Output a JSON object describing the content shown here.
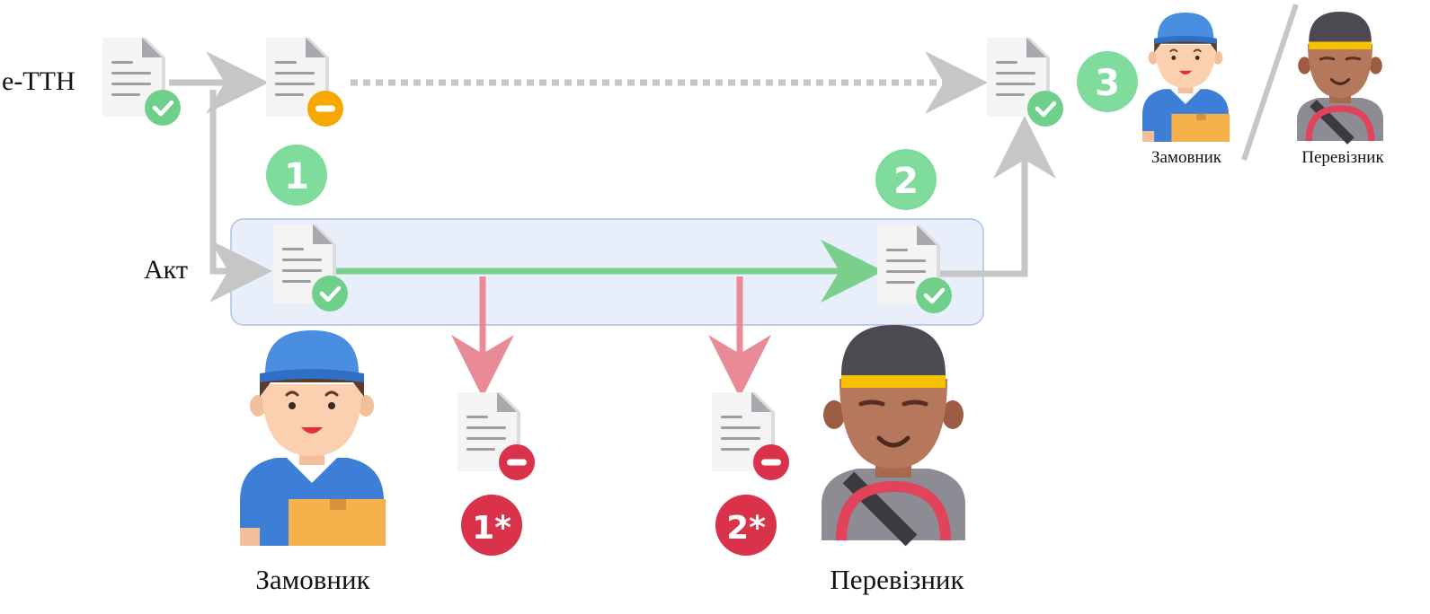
{
  "labels": {
    "ettn": "е-ТТН",
    "act": "Акт",
    "customer_large": "Замовник",
    "carrier_large": "Перевізник",
    "customer_small": "Замовник",
    "carrier_small": "Перевізник"
  },
  "badges": {
    "step1": "1",
    "step2": "2",
    "step3": "3",
    "reject1": "1*",
    "reject2": "2*"
  },
  "colors": {
    "green_badge": "#7fdc9c",
    "red_badge": "#d9324a",
    "check_green": "#6fd08c",
    "minus_orange": "#f6a800",
    "minus_red": "#d9324a",
    "arrow_gray": "#c6c6c6",
    "arrow_green": "#7bcf8d",
    "arrow_red": "#e98b97",
    "act_area_fill": "#e8effb",
    "act_area_border": "#a9c1e8",
    "customer_cap": "#3f82d8",
    "carrier_cap": "#4c4a50",
    "carrier_band": "#f6c200"
  },
  "icons": {
    "document": "document-icon",
    "check": "check-icon",
    "minus": "minus-icon",
    "customer": "customer-avatar-icon",
    "carrier": "carrier-avatar-icon"
  }
}
